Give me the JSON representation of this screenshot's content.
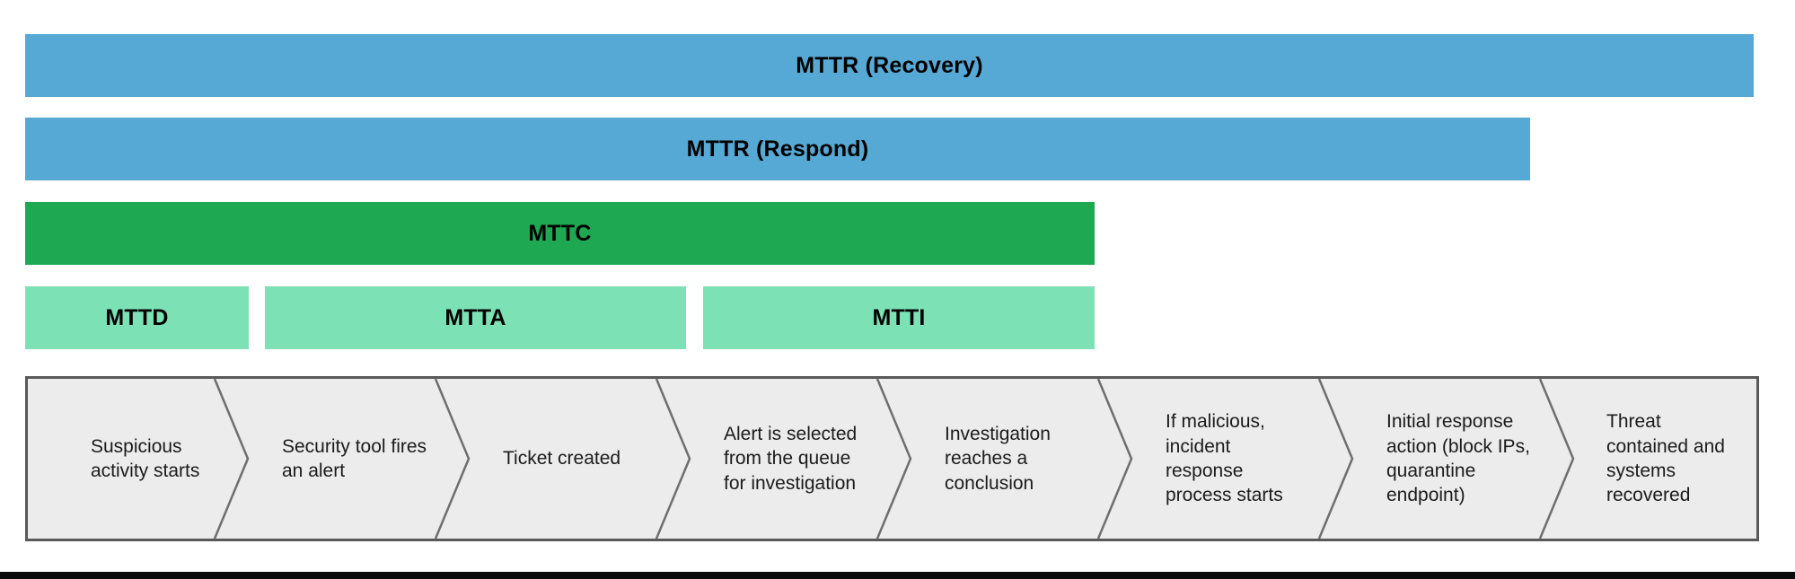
{
  "diagram": {
    "bars": [
      {
        "id": "mttr-recovery",
        "label": "MTTR (Recovery)",
        "color": "#57A9D5"
      },
      {
        "id": "mttr-respond",
        "label": "MTTR (Respond)",
        "color": "#57A9D5"
      },
      {
        "id": "mttc",
        "label": "MTTC",
        "color": "#1FA852"
      },
      {
        "id": "mttd",
        "label": "MTTD",
        "color": "#7CE2B6"
      },
      {
        "id": "mtta",
        "label": "MTTA",
        "color": "#7CE2B6"
      },
      {
        "id": "mtti",
        "label": "MTTI",
        "color": "#7CE2B6"
      }
    ],
    "flow_steps": [
      {
        "label": "Suspicious activity starts"
      },
      {
        "label": "Security tool fires an alert"
      },
      {
        "label": "Ticket created"
      },
      {
        "label": "Alert is selected from the queue for investigation"
      },
      {
        "label": "Investigation reaches a conclusion"
      },
      {
        "label": "If malicious, incident response process starts"
      },
      {
        "label": "Initial response action (block IPs, quarantine endpoint)"
      },
      {
        "label": "Threat contained and systems recovered"
      }
    ],
    "colors": {
      "bar_blue": "#57A9D5",
      "bar_green": "#1FA852",
      "bar_light_green": "#7CE2B6",
      "flow_background": "#ECECEC",
      "flow_border": "#595959",
      "chevron_line": "#6E6E6E",
      "bottom_bar": "#0B0B0B"
    }
  }
}
